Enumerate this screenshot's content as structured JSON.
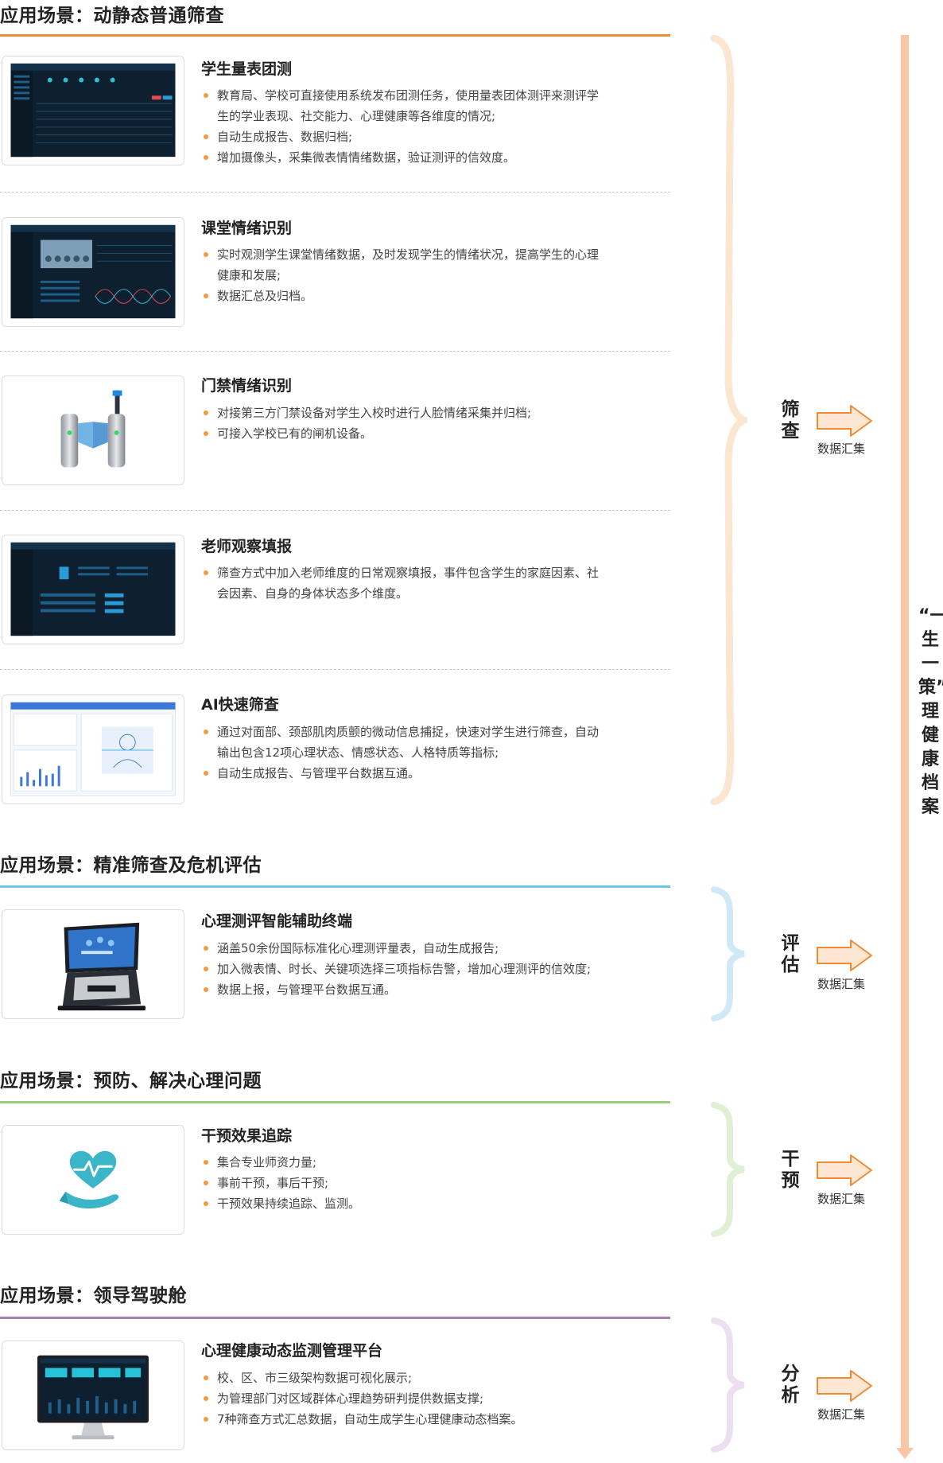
{
  "sections": [
    {
      "title": "应用场景：动静态普通筛查",
      "rule_color": "#f08b34",
      "items": [
        {
          "title": "学生量表团测",
          "bullets": [
            "教育局、学校可直接使用系统发布团测任务，使用量表团体测评来测评学生的学业表现、社交能力、心理健康等各维度的情况;",
            "自动生成报告、数据归档;",
            "增加摄像头，采集微表情情绪数据，验证测评的信效度。"
          ]
        },
        {
          "title": "课堂情绪识别",
          "bullets": [
            "实时观测学生课堂情绪数据，及时发现学生的情绪状况，提高学生的心理健康和发展;",
            "数据汇总及归档。"
          ]
        },
        {
          "title": "门禁情绪识别",
          "bullets": [
            "对接第三方门禁设备对学生入校时进行人脸情绪采集并归档;",
            "可接入学校已有的闸机设备。"
          ]
        },
        {
          "title": "老师观察填报",
          "bullets": [
            "筛查方式中加入老师维度的日常观察填报，事件包含学生的家庭因素、社会因素、自身的身体状态多个维度。"
          ]
        },
        {
          "title": "AI快速筛查",
          "bullets": [
            "通过对面部、颈部肌肉质颤的微动信息捕捉，快速对学生进行筛查，自动输出包含12项心理状态、情感状态、人格特质等指标;",
            "自动生成报告、与管理平台数据互通。"
          ]
        }
      ],
      "category": "筛查",
      "brace_color": "#fbe6d2"
    },
    {
      "title": "应用场景：精准筛查及危机评估",
      "rule_color": "#6cc5e8",
      "items": [
        {
          "title": "心理测评智能辅助终端",
          "bullets": [
            "涵盖50余份国际标准化心理测评量表，自动生成报告;",
            "加入微表情、时长、关键项选择三项指标告警，增加心理测评的信效度;",
            "数据上报，与管理平台数据互通。"
          ]
        }
      ],
      "category": "评估",
      "brace_color": "#cfe9f6"
    },
    {
      "title": "应用场景：预防、解决心理问题",
      "rule_color": "#9bcf73",
      "items": [
        {
          "title": "干预效果追踪",
          "bullets": [
            "集合专业师资力量;",
            "事前干预，事后干预;",
            "干预效果持续追踪、监测。"
          ]
        }
      ],
      "category": "干预",
      "brace_color": "#e1f0d5"
    },
    {
      "title": "应用场景：领导驾驶舱",
      "rule_color": "#a77fb8",
      "items": [
        {
          "title": "心理健康动态监测管理平台",
          "bullets": [
            "校、区、市三级架构数据可视化展示;",
            "为管理部门对区域群体心理趋势研判提供数据支撑;",
            "7种筛查方式汇总数据，自动生成学生心理健康动态档案。"
          ]
        }
      ],
      "category": "分析",
      "brace_color": "#ece0f0"
    }
  ],
  "aggregate_label": "数据汇集",
  "vertical_label": "“一生一策”心理健康档案",
  "colors": {
    "accent_orange": "#f08b34",
    "arrow_fill": "#fde6d2",
    "arrow_stroke": "#f08b34",
    "track": "#fbc6a6",
    "bullet": "#f39a3c"
  },
  "icons": {
    "dashboard-screenshot": "dashboard-screenshot-icon",
    "classroom-screenshot": "classroom-screenshot-icon",
    "turnstile": "turnstile-gate-icon",
    "observation-screenshot": "observation-form-icon",
    "ai-screening-screenshot": "ai-screening-icon",
    "terminal": "assessment-terminal-icon",
    "heart-hand": "heart-in-hand-icon",
    "monitor": "monitor-dashboard-icon",
    "arrow": "right-arrow-icon"
  }
}
